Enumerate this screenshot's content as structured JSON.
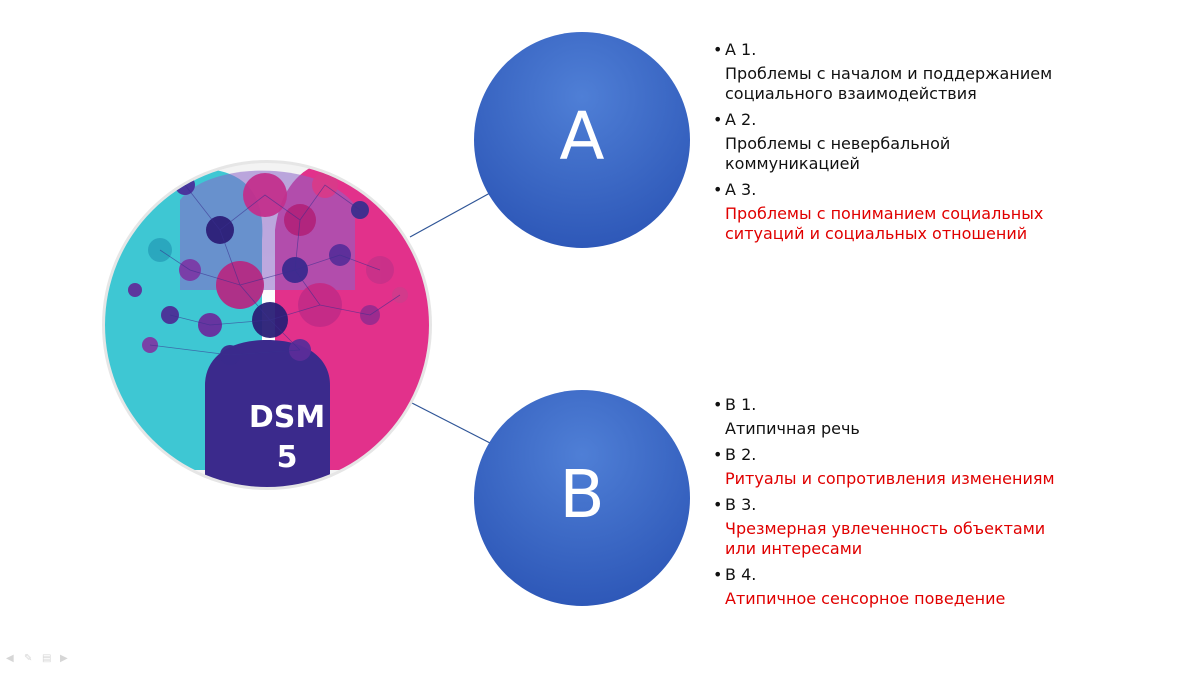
{
  "circle_a_label": "A",
  "circle_b_label": "B",
  "dsm_badge": {
    "line1": "DSM",
    "line2": "5"
  },
  "group_a": [
    {
      "code": "A 1.",
      "text": "Проблемы с началом и поддержанием социального взаимодействия",
      "highlight": false
    },
    {
      "code": "A 2.",
      "text": "Проблемы с невербальной коммуникацией",
      "highlight": false
    },
    {
      "code": "A 3.",
      "text": "Проблемы с пониманием социальных ситуаций и социальных отношений",
      "highlight": true
    }
  ],
  "group_b": [
    {
      "code": "B 1.",
      "text": "Атипичная речь",
      "highlight": false
    },
    {
      "code": "B 2.",
      "text": "Ритуалы и сопротивления изменениям",
      "highlight": true
    },
    {
      "code": "B 3.",
      "text": "Чрезмерная увлеченность объектами или интересами",
      "highlight": true
    },
    {
      "code": "B 4.",
      "text": "Атипичное сенсорное поведение",
      "highlight": true
    }
  ],
  "bullet_char": "•",
  "colors": {
    "circle_blue": "#3a64c4",
    "highlight_red": "#e00000",
    "connector": "#2f5597"
  },
  "toolbar_icons": [
    "prev-arrow-icon",
    "pen-icon",
    "slides-icon",
    "next-arrow-icon"
  ]
}
